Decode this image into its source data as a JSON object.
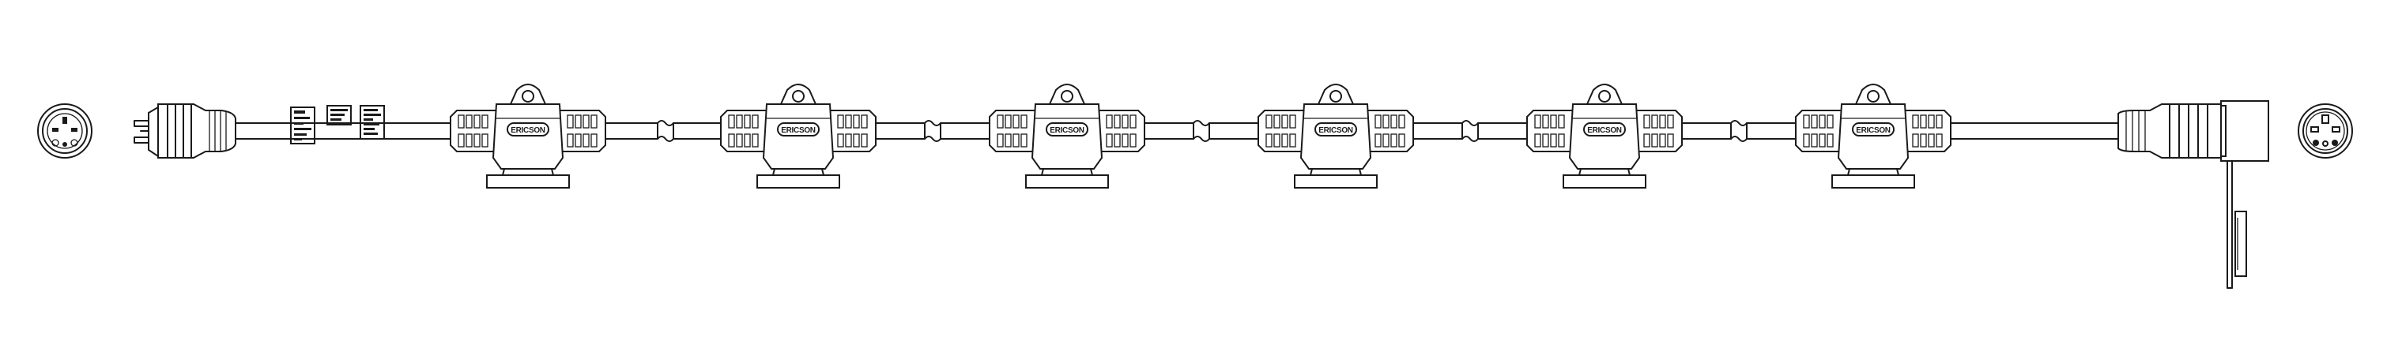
{
  "diagram": {
    "brand_label": "ERICSON",
    "tap_count": 6,
    "colors": {
      "line": "#1a1a1a",
      "background": "#ffffff"
    },
    "components": [
      "plug-face-view",
      "male-plug-connector",
      "cable-tags",
      "tap-outlets",
      "female-connector-with-cap",
      "receptacle-face-view"
    ]
  }
}
